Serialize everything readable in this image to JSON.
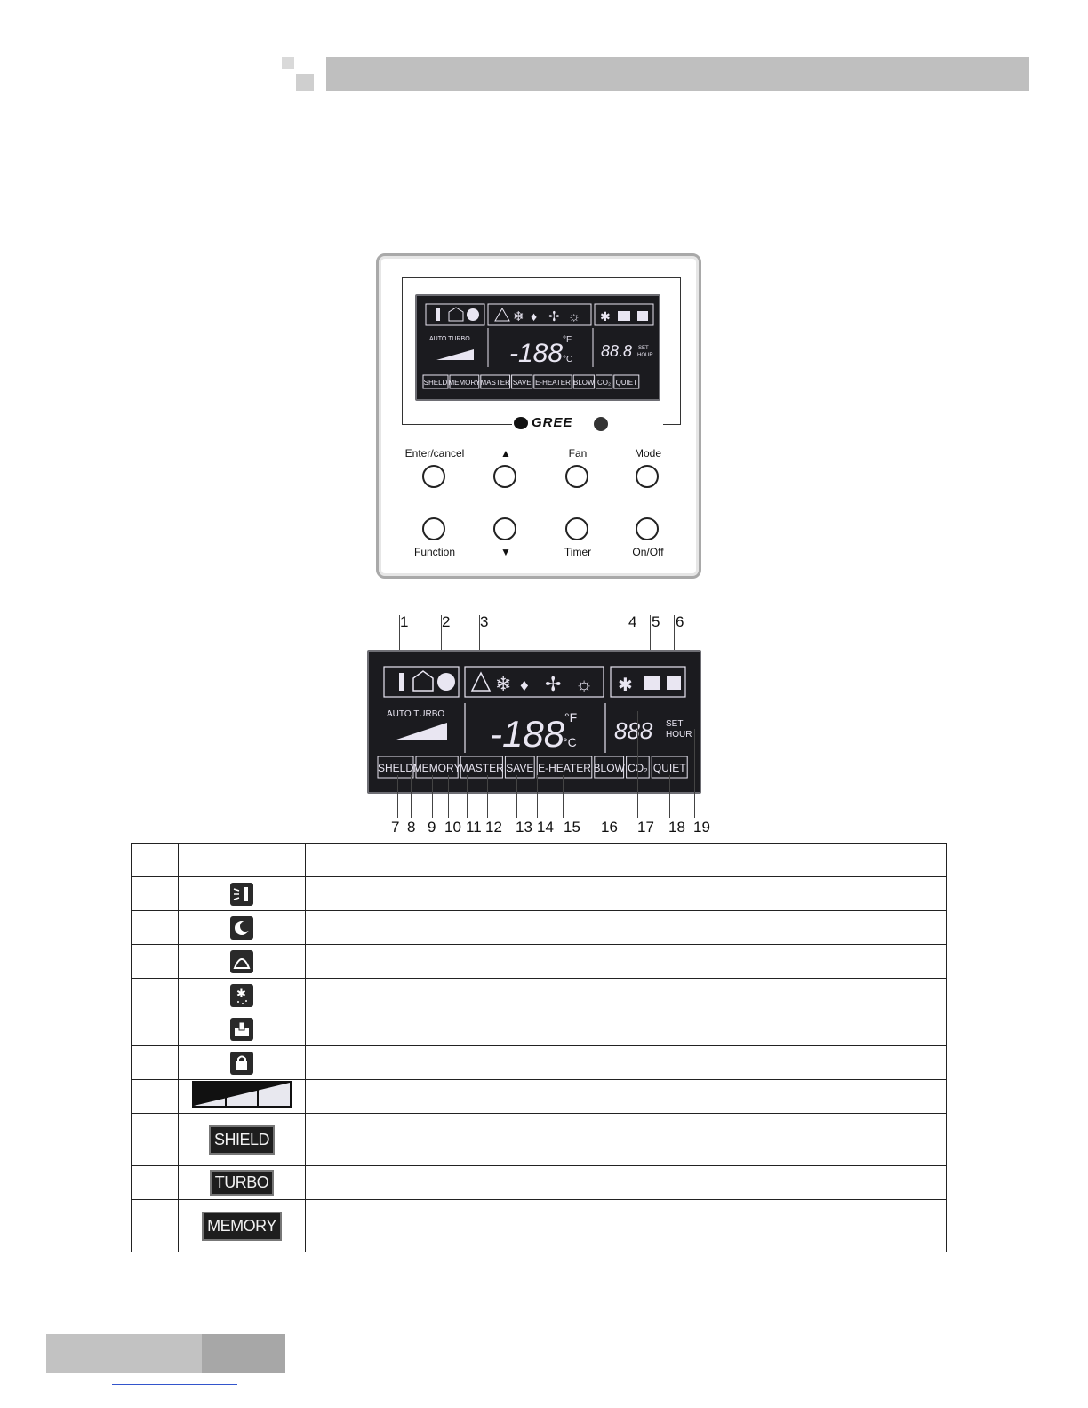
{
  "controller": {
    "brand": "GREE",
    "buttons": {
      "enter_cancel": "Enter/cancel",
      "up": "▲",
      "fan": "Fan",
      "mode": "Mode",
      "function": "Function",
      "down": "▼",
      "timer": "Timer",
      "on_off": "On/Off"
    }
  },
  "lcd": {
    "auto_turbo": "AUTO TURBO",
    "temperature": "-188",
    "unit_f": "°F",
    "unit_c": "°C",
    "timer_small": "88.8",
    "timer_big": "888",
    "set": "SET",
    "hour": "HOUR",
    "bottom_labels": [
      "SHELD",
      "MEMORY",
      "MASTER",
      "SAVE",
      "E-HEATER",
      "BLOW",
      "CO₂",
      "QUIET"
    ],
    "bottom_labels_small": [
      "SHELD",
      "MEMORY",
      "MASTER",
      "SAVE",
      "E-HEATER",
      "BLOW",
      "CO₂",
      "QUIET"
    ]
  },
  "callouts": {
    "top": [
      "1",
      "2",
      "3",
      "4",
      "5",
      "6"
    ],
    "bottom": [
      "7",
      "8",
      "9",
      "10",
      "11",
      "12",
      "13",
      "14",
      "15",
      "16",
      "17",
      "18",
      "19"
    ]
  },
  "table": {
    "rows": [
      {
        "icon": "swing-icon"
      },
      {
        "icon": "sleep-moon-icon"
      },
      {
        "icon": "auto-mode-icon"
      },
      {
        "icon": "defrost-icon"
      },
      {
        "icon": "gate-control-icon"
      },
      {
        "icon": "lock-icon"
      },
      {
        "icon": "fan-speed-bars-icon"
      },
      {
        "badge": "SHIELD"
      },
      {
        "badge": "TURBO"
      },
      {
        "badge": "MEMORY"
      }
    ]
  }
}
